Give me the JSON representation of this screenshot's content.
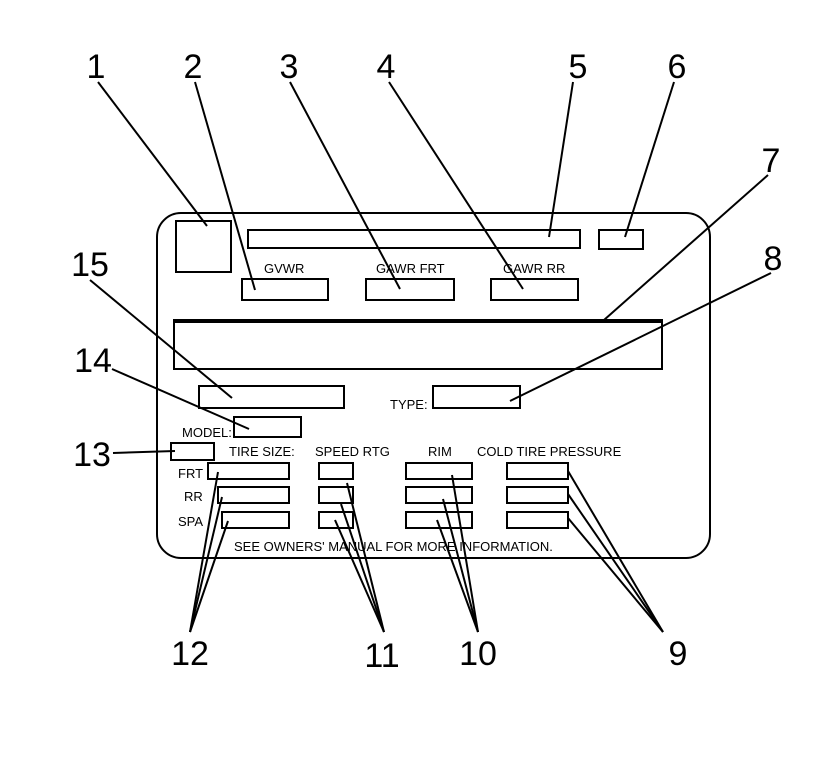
{
  "callouts": {
    "c1": "1",
    "c2": "2",
    "c3": "3",
    "c4": "4",
    "c5": "5",
    "c6": "6",
    "c7": "7",
    "c8": "8",
    "c9": "9",
    "c10": "10",
    "c11": "11",
    "c12": "12",
    "c13": "13",
    "c14": "14",
    "c15": "15"
  },
  "label": {
    "gvwr": "GVWR",
    "gawr_frt": "GAWR FRT",
    "gawr_rr": "GAWR RR",
    "type": "TYPE:",
    "model": "MODEL:",
    "tire_size": "TIRE SIZE:",
    "speed_rtg": "SPEED RTG",
    "rim": "RIM",
    "cold_tire_pressure": "COLD TIRE PRESSURE",
    "frt": "FRT",
    "rr": "RR",
    "spa": "SPA",
    "footer": "SEE OWNERS' MANUAL FOR MORE INFORMATION."
  }
}
